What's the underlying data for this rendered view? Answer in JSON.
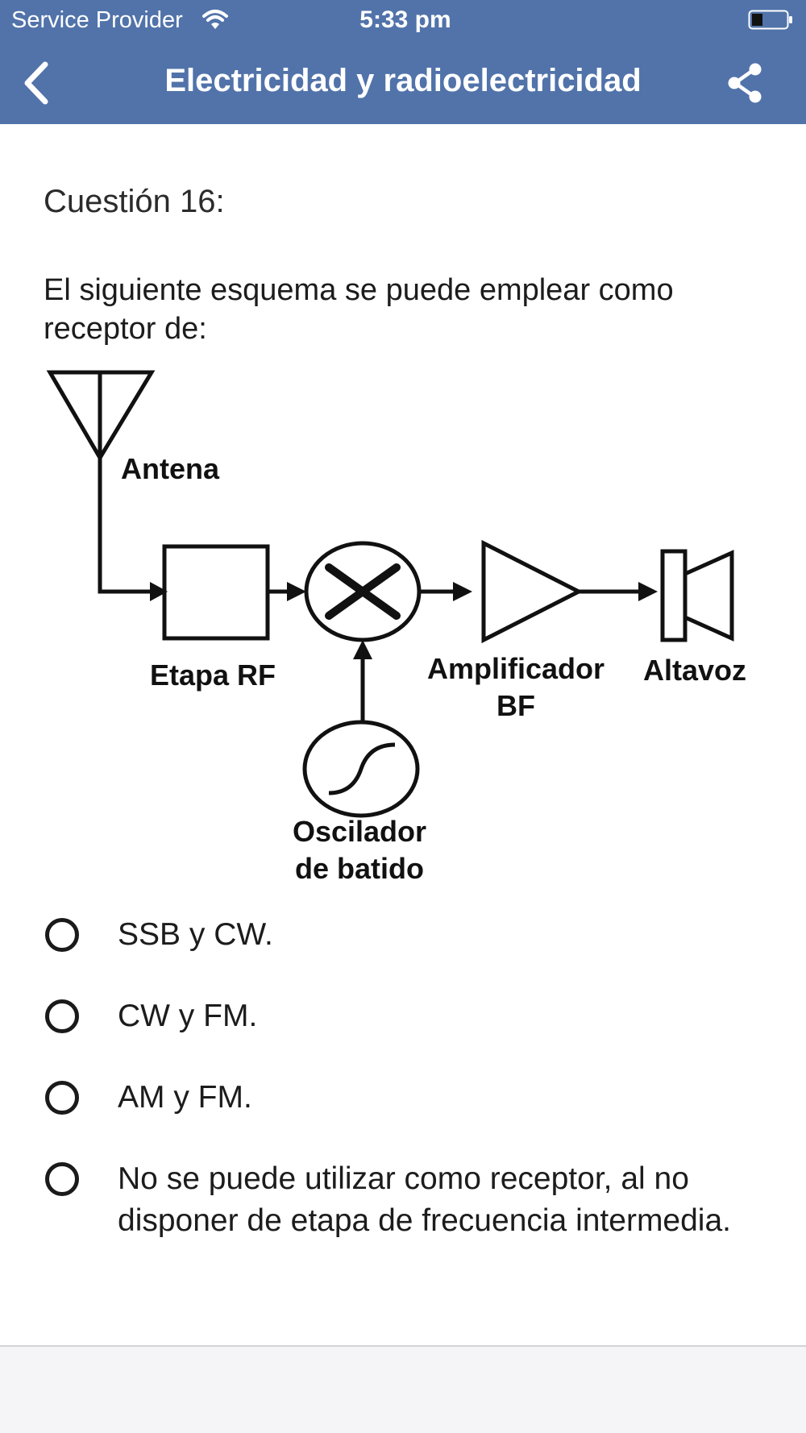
{
  "status_bar": {
    "carrier": "Service Provider",
    "time": "5:33 pm",
    "wifi_icon": "wifi-icon",
    "battery_icon": "battery-icon"
  },
  "nav": {
    "title": "Electricidad y radioelectricidad",
    "back_icon": "chevron-left-icon",
    "share_icon": "share-icon"
  },
  "question": {
    "number_label": "Cuestión 16:",
    "text": "El siguiente esquema se puede emplear como receptor de:"
  },
  "diagram": {
    "antenna_label": "Antena",
    "rf_stage_label": "Etapa RF",
    "amplifier_label_line1": "Amplificador",
    "amplifier_label_line2": "BF",
    "speaker_label": "Altavoz",
    "oscillator_label_line1": "Oscilador",
    "oscillator_label_line2": "de batido"
  },
  "options": [
    {
      "label": "SSB y CW."
    },
    {
      "label": "CW y FM."
    },
    {
      "label": "AM y FM."
    },
    {
      "label": "No se puede utilizar como receptor, al no disponer de etapa de frecuencia intermedia."
    }
  ],
  "colors": {
    "nav_bar": "#5173aa",
    "content_background": "#ffffff",
    "footer_background": "#f5f5f7"
  }
}
